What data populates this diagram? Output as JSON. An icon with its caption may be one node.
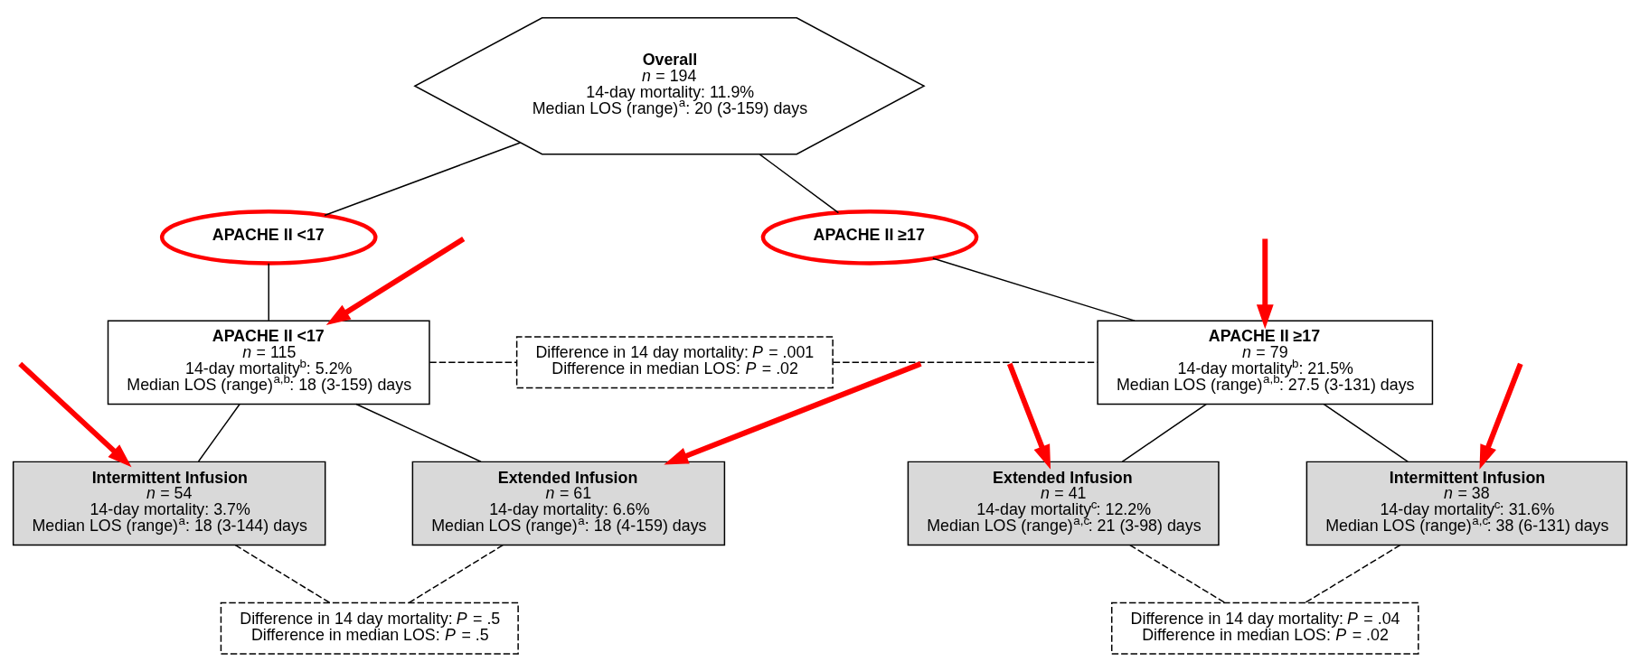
{
  "diagram": {
    "nodes": [
      {
        "text": [
          "Overall",
          "*n* = 194",
          "14-day mortality: 11.9%",
          "Median LOS (range)$^{a}$: 20 (3-159) days"
        ]
      },
      {
        "text": [
          "APACHE II <17"
        ]
      },
      {
        "text": [
          "APACHE II ≥17"
        ]
      },
      {
        "text": [
          "APACHE II <17",
          "*n* = 115",
          "14-day mortality$^{b}$: 5.2%",
          "Median LOS (range)$^{a,b}$: 18 (3-159) days"
        ]
      },
      {
        "text": [
          "Difference in 14 day mortality: *P* = .001",
          "Difference in median LOS: *P* = .02"
        ]
      },
      {
        "text": [
          "APACHE II ≥17",
          "*n* = 79",
          "14-day mortality$^{b}$: 21.5%",
          "Median LOS (range)$^{a,b}$: 27.5 (3-131) days"
        ]
      },
      {
        "text": [
          "Extended Infusion",
          "*n* = 61",
          "14-day mortality: 6.6%",
          "Median LOS (range)$^{a}$: 18 (4-159) days"
        ]
      },
      {
        "text": [
          "Intermittent Infusion",
          "*n* = 54",
          "14-day mortality: 3.7%",
          "Median LOS (range)$^{a}$: 18 (3-144) days"
        ]
      },
      {
        "text": [
          "Extended Infusion",
          "*n* = 41",
          "14-day mortality$^{c}$: 12.2%",
          "Median LOS (range)$^{a,c}$: 21 (3-98) days"
        ]
      },
      {
        "text": [
          "Intermittent Infusion",
          "*n* = 38",
          "14-day mortality$^{c}$: 31.6%",
          "Median LOS (range)$^{a,c}$: 38 (6-131) days"
        ]
      },
      {
        "text": [
          "Difference in 14 day mortality: *P* = .5",
          "Difference in median LOS: *P* = .5"
        ]
      },
      {
        "text": [
          "Difference in 14 day mortality: *P* = .04",
          "Difference in median LOS: *P* = .02"
        ]
      }
    ],
    "edges": [
      {
        "from": 0,
        "to": 1,
        "arrow": "none"
      },
      {
        "from": 0,
        "to": 2,
        "arrow": "none"
      },
      {
        "from": 1,
        "to": 3,
        "arrow": "none"
      },
      {
        "from": 2,
        "to": 5,
        "arrow": "none"
      },
      {
        "from": 3,
        "to": 4,
        "arrow": "none",
        "style": "dashed"
      },
      {
        "from": 4,
        "to": 5,
        "arrow": "none",
        "style": "dashed"
      },
      {
        "from": 3,
        "to": 6,
        "arrow": "none"
      },
      {
        "from": 3,
        "to": 7,
        "arrow": "none"
      },
      {
        "from": 5,
        "to": 8,
        "arrow": "none"
      },
      {
        "from": 5,
        "to": 9,
        "arrow": "none"
      },
      {
        "from": 6,
        "to": 10,
        "arrow": "none",
        "style": "dashed"
      },
      {
        "from": 7,
        "to": 10,
        "arrow": "none",
        "style": "dashed"
      },
      {
        "from": 8,
        "to": 11,
        "arrow": "none",
        "style": "dashed"
      },
      {
        "from": 9,
        "to": 11,
        "arrow": "none",
        "style": "dashed"
      },
      {
        "from": null,
        "to": 3,
        "arrow": "to",
        "style": "thick",
        "color": "#ff0000"
      },
      {
        "from": null,
        "to": 5,
        "arrow": "to",
        "style": "thick",
        "color": "#ff0000"
      },
      {
        "from": null,
        "to": 6,
        "arrow": "to",
        "style": "thick",
        "color": "#ff0000"
      },
      {
        "from": null,
        "to": 7,
        "arrow": "to",
        "style": "thick",
        "color": "#ff0000"
      },
      {
        "from": null,
        "to": 8,
        "arrow": "to",
        "style": "thick",
        "color": "#ff0000"
      },
      {
        "from": null,
        "to": 9,
        "arrow": "to",
        "style": "thick",
        "color": "#ff0000"
      }
    ]
  }
}
